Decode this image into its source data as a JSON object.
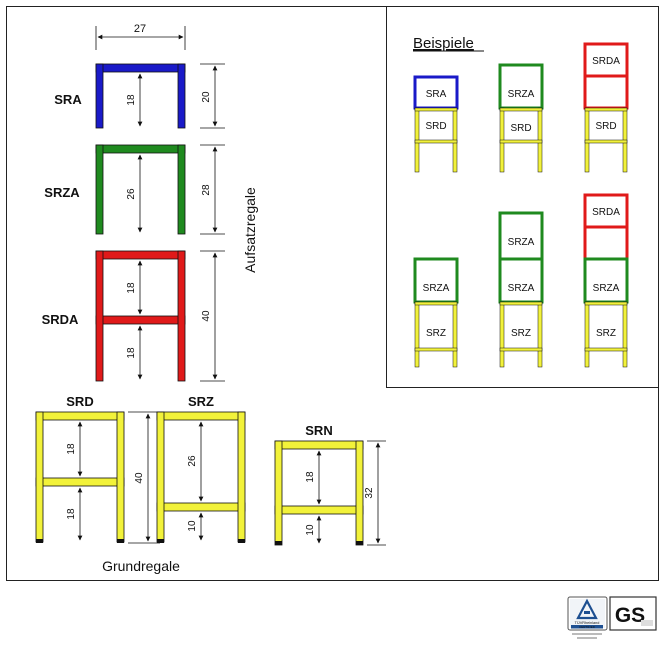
{
  "frame_labels": {
    "sra": "SRA",
    "srza": "SRZA",
    "srda": "SRDA",
    "srd": "SRD",
    "srz": "SRZ",
    "srn": "SRN"
  },
  "section_labels": {
    "aufsatzregale": "Aufsatzregale",
    "grundregale": "Grundregale",
    "beispiele": "Beispiele"
  },
  "dimensions": {
    "width_27": "27",
    "sra_inner": "18",
    "sra_outer": "20",
    "srza_inner": "26",
    "srza_outer": "28",
    "srda_upper": "18",
    "srda_lower": "18",
    "srda_outer": "40",
    "grund_outer": "40",
    "srd_upper": "18",
    "srd_lower": "18",
    "srz_upper": "26",
    "srz_lower": "10",
    "srn_upper": "18",
    "srn_lower": "10",
    "srn_outer": "32"
  },
  "example_labels": {
    "sra": "SRA",
    "srd": "SRD",
    "srza": "SRZA",
    "srda": "SRDA",
    "srz": "SRZ"
  },
  "colors": {
    "blue": "#1a1ac8",
    "green": "#1f8a1f",
    "red": "#e01a1a",
    "yellow": "#f2f23a",
    "outline": "#111111"
  },
  "certifications": {
    "tuv_text": "TÜVRheinland",
    "tuv_sub": "CERTIFIED",
    "gs_text": "GS"
  }
}
